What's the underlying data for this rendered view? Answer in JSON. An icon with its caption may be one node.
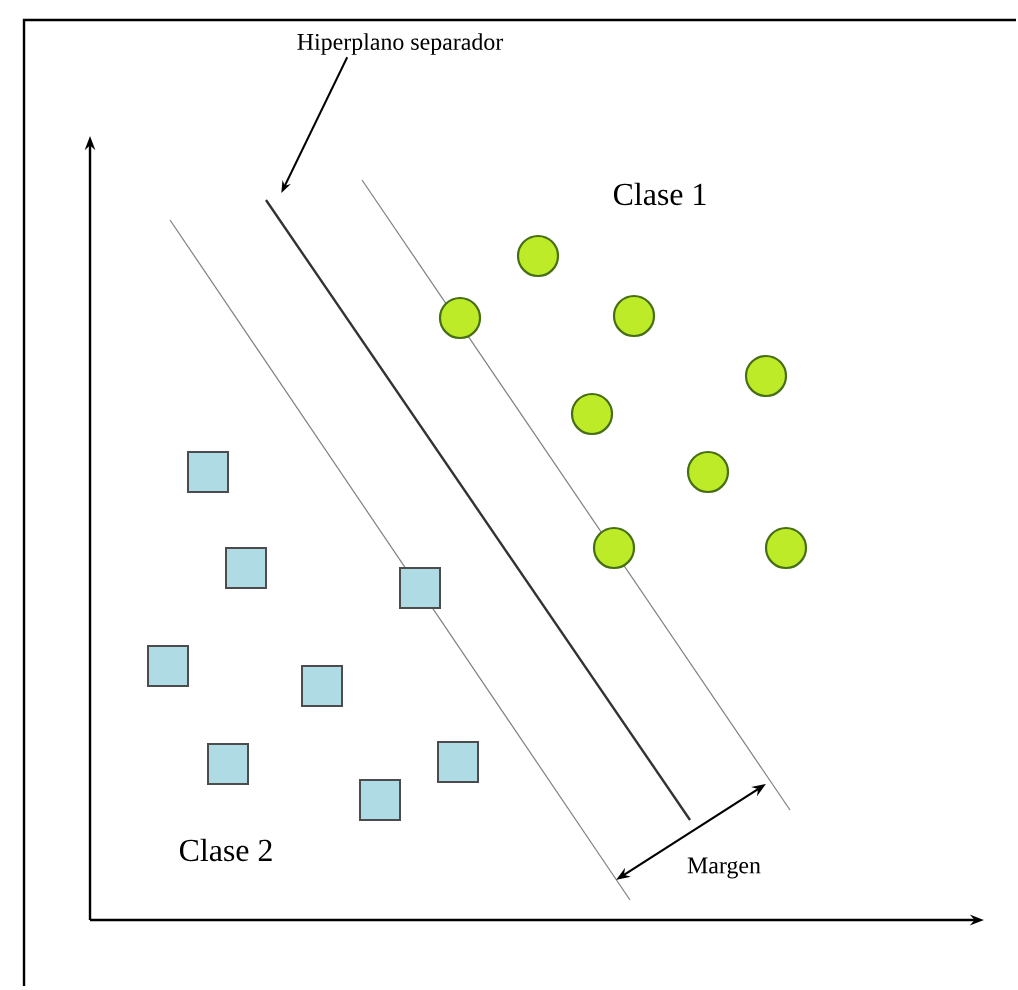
{
  "diagram": {
    "nodes": [
      {
        "text": [
          "Hiperplano separador"
        ]
      },
      {
        "text": [],
        "shape": "line"
      }
    ],
    "edges": [
      {
        "from": 0,
        "to": 1,
        "arrow": "to"
      }
    ],
    "labels": [
      "Clase 1",
      "Clase 2",
      "Margen"
    ]
  }
}
